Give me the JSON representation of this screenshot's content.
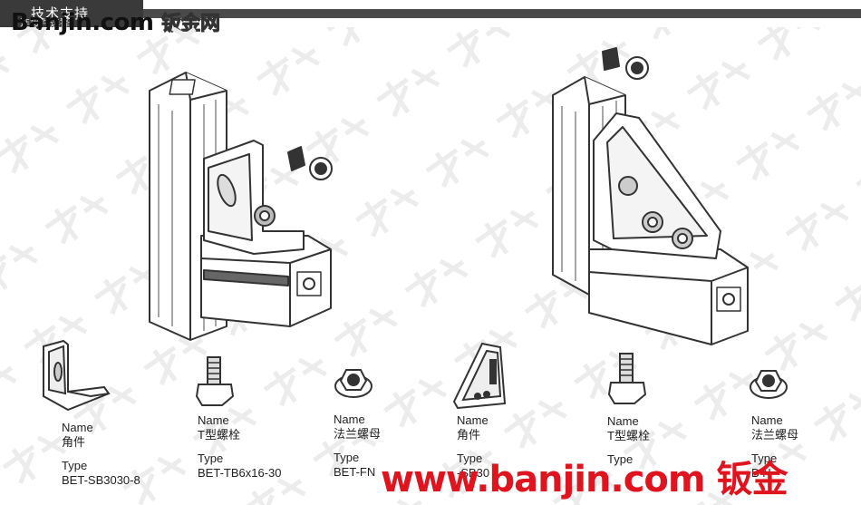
{
  "header": {
    "tab_title": "技术支持",
    "tab_sub": "连接件选择",
    "brand": "Banjin.com",
    "brand_cn": "钣金网"
  },
  "parts": [
    {
      "name_label": "Name",
      "name": "角件",
      "type_label": "Type",
      "type": "BET-SB3030-8"
    },
    {
      "name_label": "Name",
      "name": "T型螺栓",
      "type_label": "Type",
      "type": "BET-TB6x16-30"
    },
    {
      "name_label": "Name",
      "name": "法兰螺母",
      "type_label": "Type",
      "type": "BET-FN"
    },
    {
      "name_label": "Name",
      "name": "角件",
      "type_label": "Type",
      "type": "-SB30"
    },
    {
      "name_label": "Name",
      "name": "T型螺栓",
      "type_label": "Type",
      "type": ""
    },
    {
      "name_label": "Name",
      "name": "法兰螺母",
      "type_label": "Type",
      "type": "B     N-"
    }
  ],
  "footer": {
    "brand": "www.banjin.com 钣金"
  },
  "colors": {
    "brand_red": "#e0141e",
    "bar": "#4a4a4a"
  }
}
